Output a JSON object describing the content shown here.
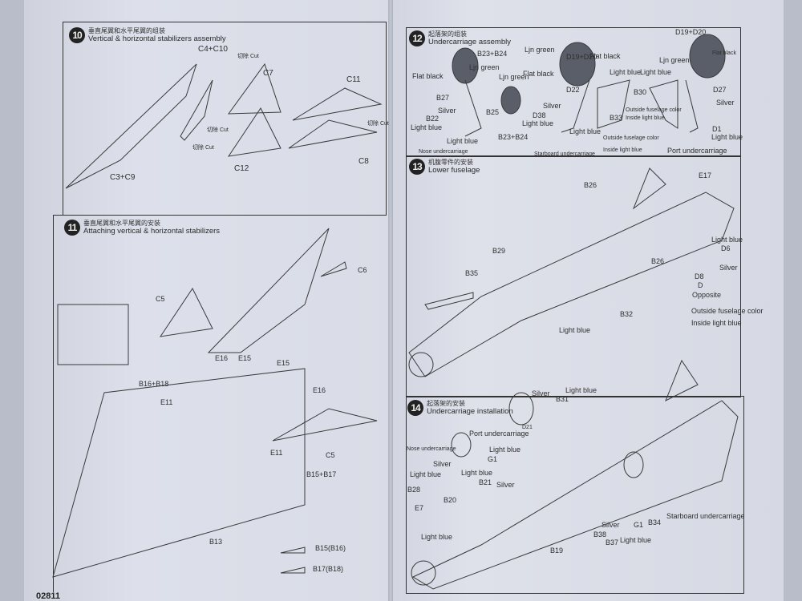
{
  "page_number": "02811",
  "steps": [
    {
      "number": "10",
      "title_cn": "垂直尾翼和水平尾翼的组装",
      "title": "Vertical & horizontal stabilizers assembly",
      "labels": [
        "C4+C10",
        "C7",
        "C11",
        "C3+C9",
        "C12",
        "C8",
        "切除 Cut",
        "切除 Cut",
        "切除 Cut",
        "切除 Cut"
      ]
    },
    {
      "number": "11",
      "title_cn": "垂直尾翼和水平尾翼的安装",
      "title": "Attaching vertical & horizontal stabilizers",
      "labels": [
        "C6",
        "C5",
        "E16",
        "E15",
        "E15",
        "B16+B18",
        "E11",
        "E16",
        "E11",
        "C5",
        "B15+B17",
        "B13",
        "B15(B16)",
        "B17(B18)"
      ]
    },
    {
      "number": "12",
      "title_cn": "起落架的组装",
      "title": "Undercarriage assembly",
      "labels": [
        "B23+B24",
        "D19+D20",
        "D19+D20",
        "Ljn green",
        "Flat black",
        "Flat black",
        "Ljn green",
        "Ljn green",
        "Flat black",
        "Light blue",
        "Light blue",
        "Ljn green",
        "Flat black",
        "B27",
        "Silver",
        "B25",
        "D22",
        "Silver",
        "B30",
        "D27",
        "Silver",
        "B22",
        "Light blue",
        "D38",
        "Light blue",
        "B33",
        "Light blue",
        "Light blue",
        "Outside fuselage color",
        "Inside light blue",
        "Outside fuselage color",
        "Inside light blue",
        "D1",
        "Light blue",
        "B23+B24",
        "Nose undercarriage",
        "Starboard undercarriage",
        "Port undercarriage"
      ]
    },
    {
      "number": "13",
      "title_cn": "机腹零件的安装",
      "title": "Lower fuselage",
      "labels": [
        "B26",
        "E17",
        "Light blue",
        "D6",
        "Silver",
        "B29",
        "B26",
        "B35",
        "D8",
        "D",
        "Opposite",
        "Outside fuselage color",
        "Inside light blue",
        "B32",
        "Light blue"
      ]
    },
    {
      "number": "14",
      "title_cn": "起落架的安装",
      "title": "Undercarriage installation",
      "labels": [
        "Silver",
        "Light blue",
        "B31",
        "Port undercarriage",
        "D21",
        "Nose undercarriage",
        "Light blue",
        "G1",
        "Silver",
        "Light blue",
        "Light blue",
        "B21",
        "Silver",
        "B28",
        "B20",
        "E7",
        "Light blue",
        "Starboard undercarriage",
        "G1",
        "B34",
        "Silver",
        "B38",
        "B37",
        "Light blue",
        "B19"
      ]
    }
  ]
}
